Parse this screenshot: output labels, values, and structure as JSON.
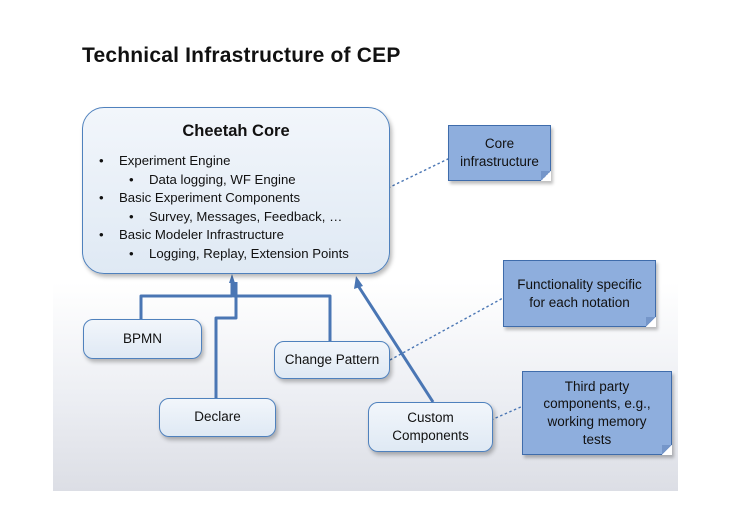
{
  "title": "Technical Infrastructure of CEP",
  "core": {
    "title": "Cheetah Core",
    "items": [
      {
        "text": "Experiment Engine",
        "level": 1
      },
      {
        "text": "Data logging, WF Engine",
        "level": 2
      },
      {
        "text": "Basic Experiment Components",
        "level": 1
      },
      {
        "text": "Survey, Messages, Feedback, …",
        "level": 2
      },
      {
        "text": "Basic Modeler Infrastructure",
        "level": 1
      },
      {
        "text": "Logging, Replay, Extension Points",
        "level": 2
      }
    ]
  },
  "components": {
    "bpmn": "BPMN",
    "change_pattern": "Change Pattern",
    "declare": "Declare",
    "custom_line1": "Custom",
    "custom_line2": "Components"
  },
  "notes": {
    "core_infra": [
      "Core",
      "infrastructure"
    ],
    "functionality": [
      "Functionality specific",
      "for each notation"
    ],
    "third_party": [
      "Third party",
      "components, e.g.,",
      "working memory",
      "tests"
    ]
  },
  "colors": {
    "box_border": "#4f81bd",
    "note_fill": "#8eaedd",
    "connector": "#4a76b4"
  }
}
